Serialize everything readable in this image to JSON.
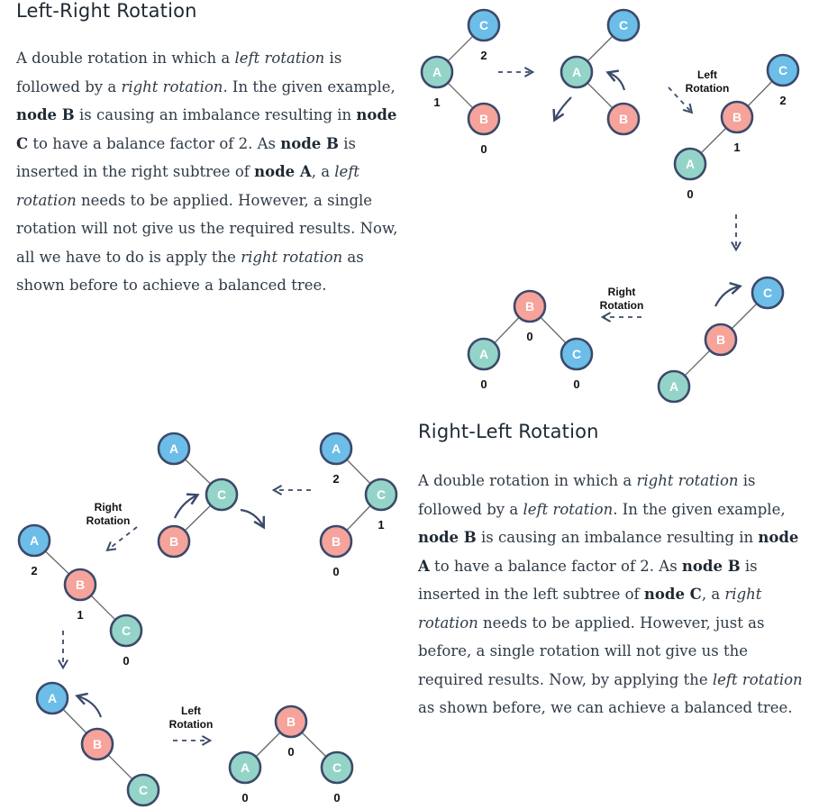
{
  "left_right": {
    "title": "Left-Right Rotation",
    "paragraph": [
      {
        "t": "A double rotation in which a "
      },
      {
        "t": "left rotation",
        "s": "i"
      },
      {
        "t": " is followed by a "
      },
      {
        "t": "right rotation",
        "s": "i"
      },
      {
        "t": ". In the given example, "
      },
      {
        "t": "node B",
        "s": "b"
      },
      {
        "t": " is causing an imbalance resulting in "
      },
      {
        "t": "node C",
        "s": "b"
      },
      {
        "t": " to have a balance factor of 2. As "
      },
      {
        "t": "node B",
        "s": "b"
      },
      {
        "t": " is inserted in the right subtree of "
      },
      {
        "t": "node A",
        "s": "b"
      },
      {
        "t": ", a "
      },
      {
        "t": "left rotation",
        "s": "i"
      },
      {
        "t": " needs to be applied. However, a single rotation will not give us the required results. Now, all we have to do is apply the "
      },
      {
        "t": "right rotation",
        "s": "i"
      },
      {
        "t": " as shown before to achieve a balanced tree."
      }
    ]
  },
  "right_left": {
    "title": "Right-Left Rotation",
    "paragraph": [
      {
        "t": "A double rotation in which a "
      },
      {
        "t": "right rotation",
        "s": "i"
      },
      {
        "t": " is followed by a "
      },
      {
        "t": "left rotation",
        "s": "i"
      },
      {
        "t": ". In the given example, "
      },
      {
        "t": "node B",
        "s": "b"
      },
      {
        "t": " is causing an imbalance resulting in "
      },
      {
        "t": "node A",
        "s": "b"
      },
      {
        "t": " to have a balance factor of 2. As "
      },
      {
        "t": "node B",
        "s": "b"
      },
      {
        "t": " is inserted in the left subtree of "
      },
      {
        "t": "node C",
        "s": "b"
      },
      {
        "t": ", a "
      },
      {
        "t": "right rotation",
        "s": "i"
      },
      {
        "t": " needs to be applied. However, just as before, a single rotation will not give us the required results. Now, by applying the "
      },
      {
        "t": "left rotation",
        "s": "i"
      },
      {
        "t": " as shown before, we can achieve a balanced tree."
      }
    ]
  },
  "diagram": {
    "colors": {
      "blue": "#6cbde8",
      "teal": "#94d4c8",
      "pink": "#f5a39b",
      "stroke": "#3b4a6b",
      "edge": "#666666"
    },
    "labels": {
      "left_rotation": [
        "Left",
        "Rotation"
      ],
      "right_rotation": [
        "Right",
        "Rotation"
      ]
    },
    "trees": [
      {
        "id": "lr-1",
        "nodes": [
          {
            "k": "C",
            "c": "blue",
            "bf": "2"
          },
          {
            "k": "A",
            "c": "teal",
            "bf": "1"
          },
          {
            "k": "B",
            "c": "pink",
            "bf": "0"
          }
        ]
      },
      {
        "id": "lr-2",
        "nodes": [
          {
            "k": "C",
            "c": "blue"
          },
          {
            "k": "A",
            "c": "teal"
          },
          {
            "k": "B",
            "c": "pink"
          }
        ]
      },
      {
        "id": "lr-3",
        "nodes": [
          {
            "k": "C",
            "c": "blue",
            "bf": "2"
          },
          {
            "k": "B",
            "c": "pink",
            "bf": "1"
          },
          {
            "k": "A",
            "c": "teal",
            "bf": "0"
          }
        ]
      },
      {
        "id": "lr-4",
        "nodes": [
          {
            "k": "C",
            "c": "blue"
          },
          {
            "k": "B",
            "c": "pink"
          },
          {
            "k": "A",
            "c": "teal"
          }
        ]
      },
      {
        "id": "lr-5",
        "nodes": [
          {
            "k": "B",
            "c": "pink",
            "bf": "0"
          },
          {
            "k": "A",
            "c": "teal",
            "bf": "0"
          },
          {
            "k": "C",
            "c": "blue",
            "bf": "0"
          }
        ]
      },
      {
        "id": "rl-1",
        "nodes": [
          {
            "k": "A",
            "c": "blue",
            "bf": "2"
          },
          {
            "k": "C",
            "c": "teal",
            "bf": "1"
          },
          {
            "k": "B",
            "c": "pink",
            "bf": "0"
          }
        ]
      },
      {
        "id": "rl-2",
        "nodes": [
          {
            "k": "A",
            "c": "blue"
          },
          {
            "k": "C",
            "c": "teal"
          },
          {
            "k": "B",
            "c": "pink"
          }
        ]
      },
      {
        "id": "rl-3",
        "nodes": [
          {
            "k": "A",
            "c": "blue",
            "bf": "2"
          },
          {
            "k": "B",
            "c": "pink",
            "bf": "1"
          },
          {
            "k": "C",
            "c": "teal",
            "bf": "0"
          }
        ]
      },
      {
        "id": "rl-4",
        "nodes": [
          {
            "k": "A",
            "c": "blue"
          },
          {
            "k": "B",
            "c": "pink"
          },
          {
            "k": "C",
            "c": "teal"
          }
        ]
      },
      {
        "id": "rl-5",
        "nodes": [
          {
            "k": "B",
            "c": "pink",
            "bf": "0"
          },
          {
            "k": "A",
            "c": "teal",
            "bf": "0"
          },
          {
            "k": "C",
            "c": "teal",
            "bf": "0"
          }
        ]
      }
    ]
  }
}
